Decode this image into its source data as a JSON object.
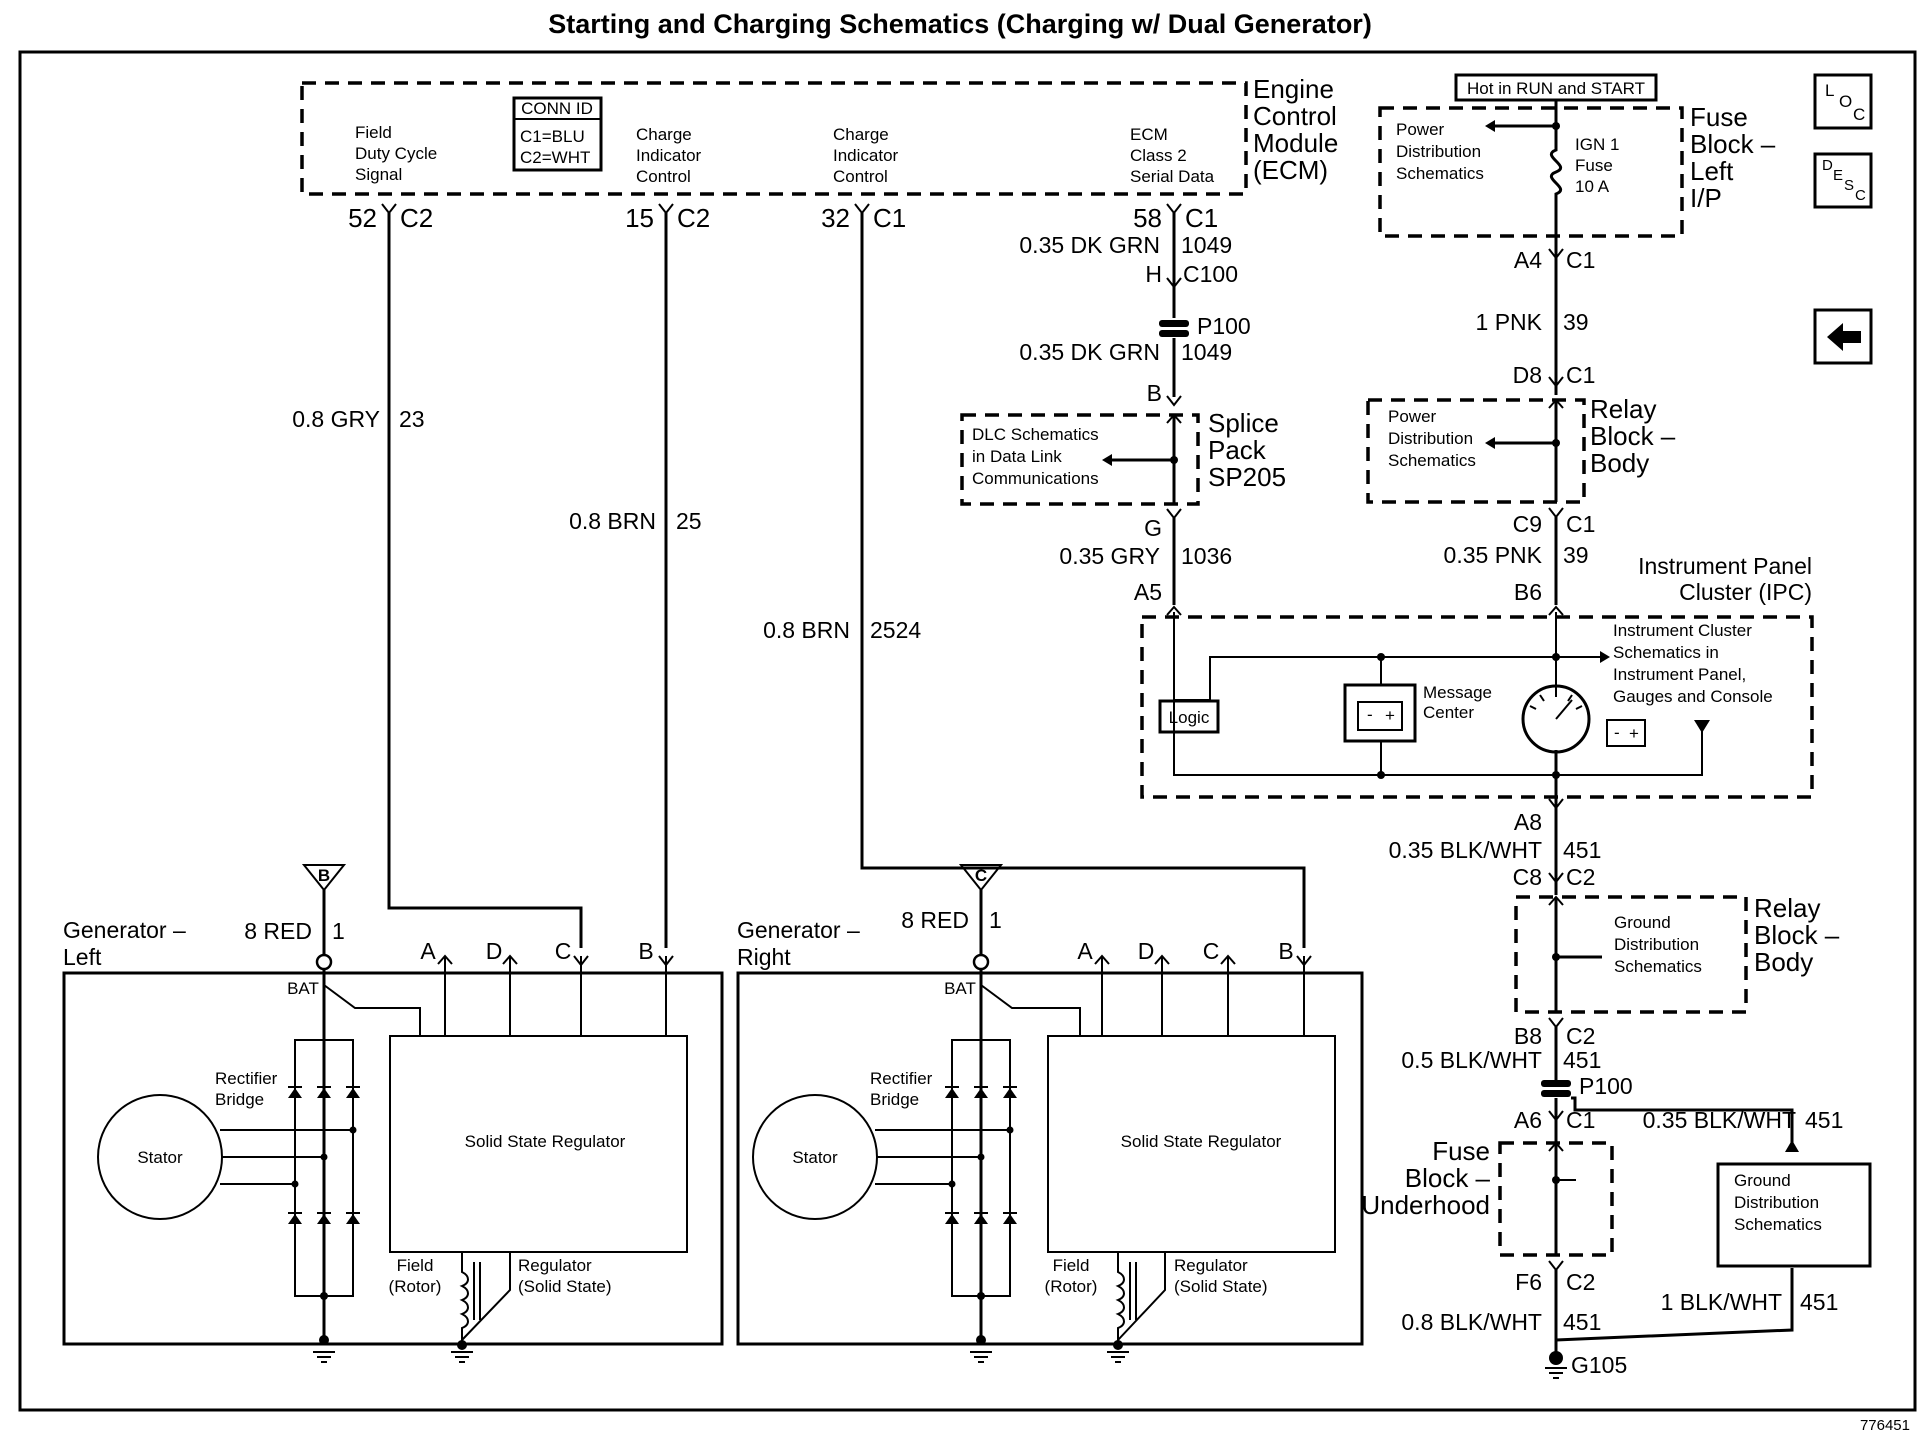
{
  "title": "Starting and Charging Schematics (Charging w/ Dual Generator)",
  "image_id": "776451",
  "nav": {
    "loc": "LOC",
    "desc": "DESC",
    "back": "back-arrow"
  },
  "ecm": {
    "name": [
      "Engine",
      "Control",
      "Module",
      "(ECM)"
    ],
    "conn_id": {
      "title": "CONN ID",
      "c1": "C1=BLU",
      "c2": "C2=WHT"
    },
    "pins": [
      {
        "label": [
          "Field",
          "Duty Cycle",
          "Signal"
        ],
        "pin": "52",
        "conn": "C2"
      },
      {
        "label": [
          "Charge",
          "Indicator",
          "Control"
        ],
        "pin": "15",
        "conn": "C2"
      },
      {
        "label": [
          "Charge",
          "Indicator",
          "Control"
        ],
        "pin": "32",
        "conn": "C1"
      },
      {
        "label": [
          "ECM",
          "Class 2",
          "Serial Data"
        ],
        "pin": "58",
        "conn": "C1"
      }
    ]
  },
  "fuse_block_lip": {
    "hot_label": "Hot in RUN and START",
    "name": [
      "Fuse",
      "Block –",
      "Left",
      "I/P"
    ],
    "ref": [
      "Power",
      "Distribution",
      "Schematics"
    ],
    "fuse": [
      "IGN 1",
      "Fuse",
      "10 A"
    ]
  },
  "relay_block_body_top": {
    "name": [
      "Relay",
      "Block –",
      "Body"
    ],
    "ref": [
      "Power",
      "Distribution",
      "Schematics"
    ]
  },
  "relay_block_body_bottom": {
    "name": [
      "Relay",
      "Block –",
      "Body"
    ],
    "ref": [
      "Ground",
      "Distribution",
      "Schematics"
    ]
  },
  "splice_pack": {
    "name": [
      "Splice",
      "Pack",
      "SP205"
    ],
    "ref": [
      "DLC Schematics",
      "in Data Link",
      "Communications"
    ]
  },
  "ipc": {
    "name": [
      "Instrument Panel",
      "Cluster (IPC)"
    ],
    "logic": "Logic",
    "message_center": [
      "Message",
      "Center"
    ],
    "ref": [
      "Instrument Cluster",
      "Schematics in",
      "Instrument Panel,",
      "Gauges and Console"
    ]
  },
  "fuse_block_underhood": {
    "name": [
      "Fuse",
      "Block –",
      "Underhood"
    ]
  },
  "ground_dist_box": [
    "Ground",
    "Distribution",
    "Schematics"
  ],
  "wires": {
    "w1049a": {
      "gauge": "0.35 DK GRN",
      "circuit": "1049"
    },
    "w1049b": {
      "gauge": "0.35 DK GRN",
      "circuit": "1049"
    },
    "w1036": {
      "gauge": "0.35 GRY",
      "circuit": "1036"
    },
    "w23": {
      "gauge": "0.8 GRY",
      "circuit": "23"
    },
    "w25": {
      "gauge": "0.8 BRN",
      "circuit": "25"
    },
    "w2524": {
      "gauge": "0.8 BRN",
      "circuit": "2524"
    },
    "w39a": {
      "gauge": "1 PNK",
      "circuit": "39"
    },
    "w39b": {
      "gauge": "0.35 PNK",
      "circuit": "39"
    },
    "w451a": {
      "gauge": "0.35 BLK/WHT",
      "circuit": "451"
    },
    "w451b": {
      "gauge": "0.5 BLK/WHT",
      "circuit": "451"
    },
    "w451c": {
      "gauge": "0.35 BLK/WHT",
      "circuit": "451"
    },
    "w451d": {
      "gauge": "1 BLK/WHT",
      "circuit": "451"
    },
    "w451e": {
      "gauge": "0.8 BLK/WHT",
      "circuit": "451"
    },
    "red_left": {
      "gauge": "8 RED",
      "circuit": "1"
    },
    "red_right": {
      "gauge": "8 RED",
      "circuit": "1"
    }
  },
  "connectors": {
    "h_c100": {
      "pin": "H",
      "conn": "C100"
    },
    "p100a": "P100",
    "p100b": "P100",
    "b": "B",
    "g": "G",
    "a5": "A5",
    "b6": "B6",
    "a4": {
      "pin": "A4",
      "conn": "C1"
    },
    "d8": {
      "pin": "D8",
      "conn": "C1"
    },
    "c9": {
      "pin": "C9",
      "conn": "C1"
    },
    "a8": "A8",
    "c8": {
      "pin": "C8",
      "conn": "C2"
    },
    "b8": {
      "pin": "B8",
      "conn": "C2"
    },
    "a6": {
      "pin": "A6",
      "conn": "C1"
    },
    "f6": {
      "pin": "F6",
      "conn": "C2"
    },
    "g105": "G105"
  },
  "generators": [
    {
      "name": [
        "Generator –",
        "Left"
      ],
      "terminal": "B",
      "bat": "BAT",
      "pins": [
        "A",
        "D",
        "C",
        "B"
      ],
      "rectifier": [
        "Rectifier",
        "Bridge"
      ],
      "stator": "Stator",
      "regulator": "Solid State Regulator",
      "field": [
        "Field",
        "(Rotor)"
      ],
      "reg_label": [
        "Regulator",
        "(Solid State)"
      ]
    },
    {
      "name": [
        "Generator –",
        "Right"
      ],
      "terminal": "C",
      "bat": "BAT",
      "pins": [
        "A",
        "D",
        "C",
        "B"
      ],
      "rectifier": [
        "Rectifier",
        "Bridge"
      ],
      "stator": "Stator",
      "regulator": "Solid State Regulator",
      "field": [
        "Field",
        "(Rotor)"
      ],
      "reg_label": [
        "Regulator",
        "(Solid State)"
      ]
    }
  ]
}
